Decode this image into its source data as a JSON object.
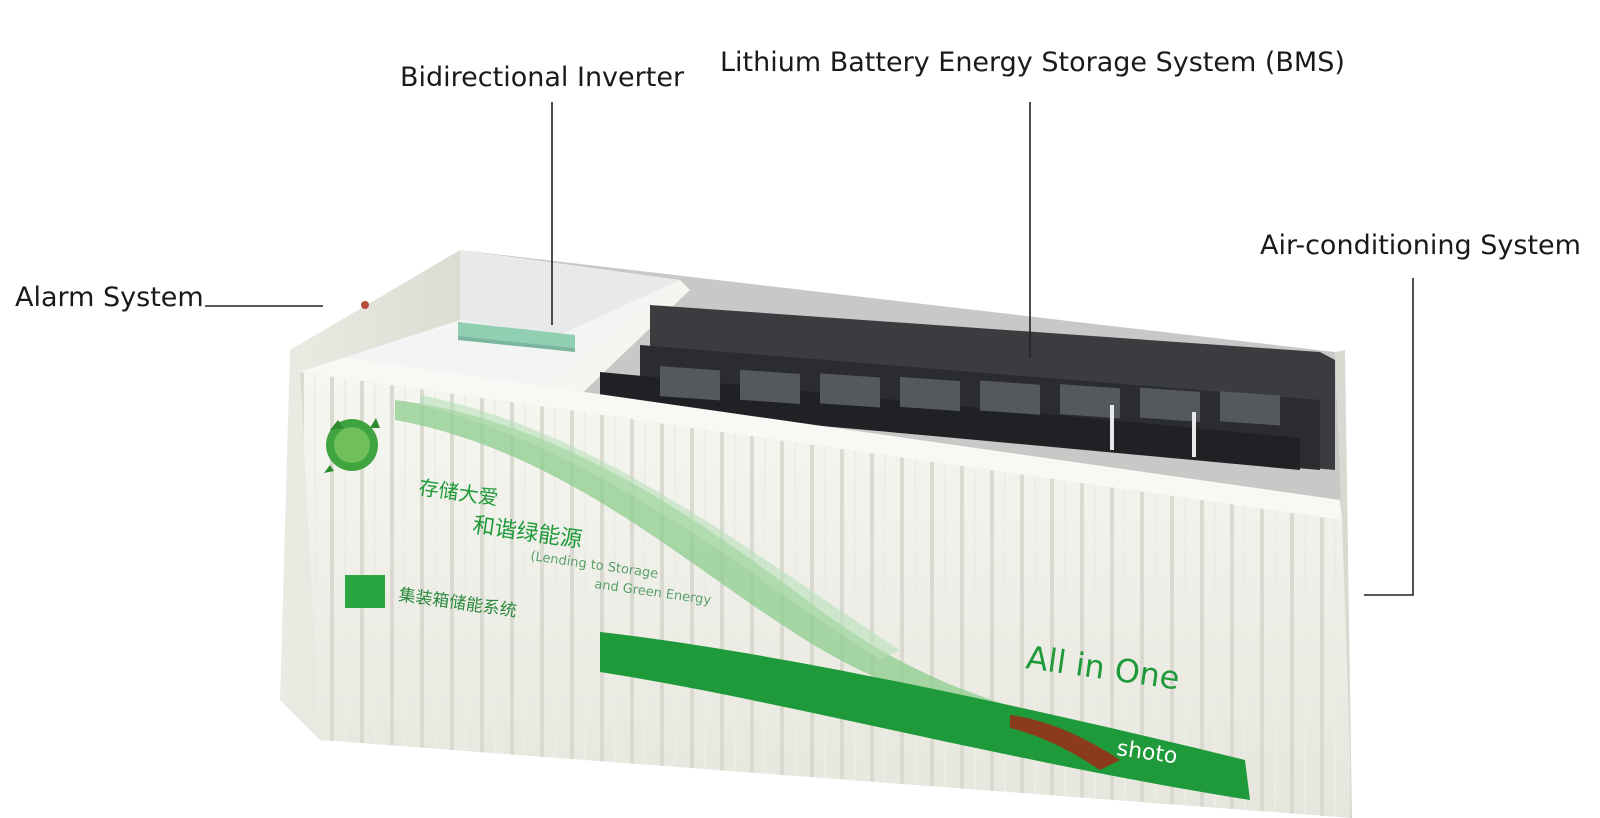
{
  "labels": {
    "inverter": "Bidirectional Inverter",
    "bms": "Lithium Battery Energy Storage System (BMS)",
    "aircon": "Air-conditioning System",
    "alarm": "Alarm System"
  },
  "container": {
    "slogan": "All in One",
    "brand": "shoto",
    "chinese_line_1": "存储大爱",
    "chinese_line_2": "和谐绿能源",
    "english_tagline_1": "(Lending to Storage",
    "english_tagline_2": "and Green Energy",
    "chinese_product": "集装箱储能系统"
  },
  "colors": {
    "brand_green": "#1f9a3a",
    "light_green": "#8ccc8c",
    "battery_dark": "#2e3033",
    "container_white": "#f4f4ee"
  }
}
